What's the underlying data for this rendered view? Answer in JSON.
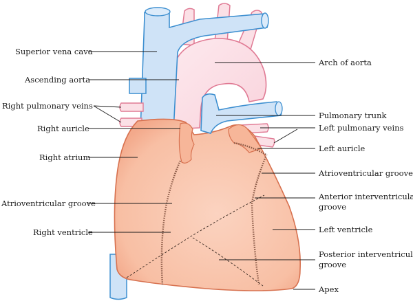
{
  "labels": {
    "superior_vena_cava": "Superior vena cava",
    "ascending_aorta": "Ascending aorta",
    "right_pulmonary_veins": "Right pulmonary veins",
    "right_auricle": "Right auricle",
    "right_atrium": "Right atrium",
    "atrioventricular_groove_left": "Atrioventricular groove",
    "right_ventricle": "Right ventricle",
    "arch_of_aorta": "Arch of aorta",
    "pulmonary_trunk": "Pulmonary trunk",
    "left_pulmonary_veins": "Left pulmonary veins",
    "left_auricle": "Left auricle",
    "atrioventricular_groove_right": "Atrioventricular groove",
    "anterior_interventricular_line1": "Anterior interventricular",
    "anterior_interventricular_line2": "groove",
    "left_ventricle": "Left ventricle",
    "posterior_interventricular_line1": "Posterior interventricular",
    "posterior_interventricular_line2": "groove",
    "apex": "Apex"
  },
  "colors": {
    "vein_blue": "#cfe3f7",
    "vein_stroke": "#3d8fd0",
    "aorta_pink": "#fbe0e6",
    "aorta_stroke": "#e07a94",
    "heart_fill": "#f9c0a6",
    "heart_stroke": "#d7714f"
  }
}
